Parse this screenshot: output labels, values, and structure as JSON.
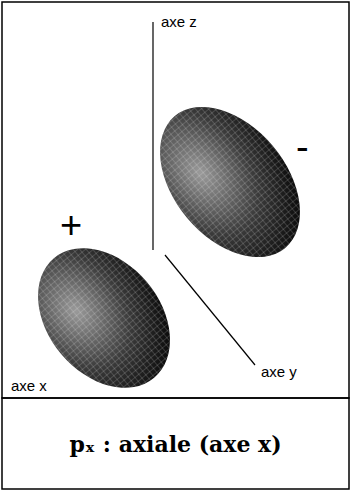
{
  "diagram": {
    "caption": "pₓ : axiale (axe x)",
    "labels": [
      "axe z",
      "axe y",
      "axe x",
      "+",
      "-"
    ]
  }
}
